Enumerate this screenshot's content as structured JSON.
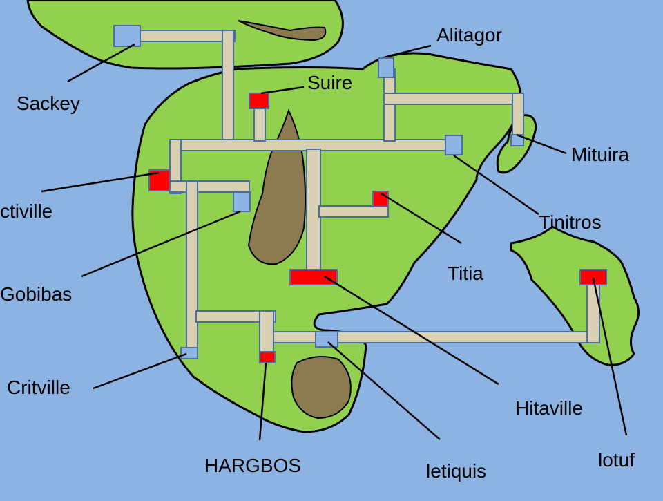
{
  "map": {
    "colors": {
      "sea": "#8db3e2",
      "land": "#92d050",
      "mountain": "#8c7a50",
      "route": "#d9cfb3",
      "route_border": "#4a6fa5",
      "town": "#8db3e2",
      "city": "#ff0000"
    },
    "locations": [
      {
        "id": "sackey",
        "name": "Sackey",
        "kind": "town"
      },
      {
        "id": "suire",
        "name": "Suire",
        "kind": "city"
      },
      {
        "id": "alitagor",
        "name": "Alitagor",
        "kind": "town"
      },
      {
        "id": "mituira",
        "name": "Mituira",
        "kind": "town"
      },
      {
        "id": "tinitros",
        "name": "Tinitros",
        "kind": "town"
      },
      {
        "id": "titia",
        "name": "Titia",
        "kind": "city"
      },
      {
        "id": "ctiville",
        "name": "ctiville",
        "kind": "city"
      },
      {
        "id": "gobibas",
        "name": "Gobibas",
        "kind": "town"
      },
      {
        "id": "critville",
        "name": "Critville",
        "kind": "town"
      },
      {
        "id": "hitaville",
        "name": "Hitaville",
        "kind": "city"
      },
      {
        "id": "hargbos",
        "name": "HARGBOS",
        "kind": "city"
      },
      {
        "id": "letiquis",
        "name": "letiquis",
        "kind": "town"
      },
      {
        "id": "lotuf",
        "name": "lotuf",
        "kind": "city"
      }
    ]
  }
}
